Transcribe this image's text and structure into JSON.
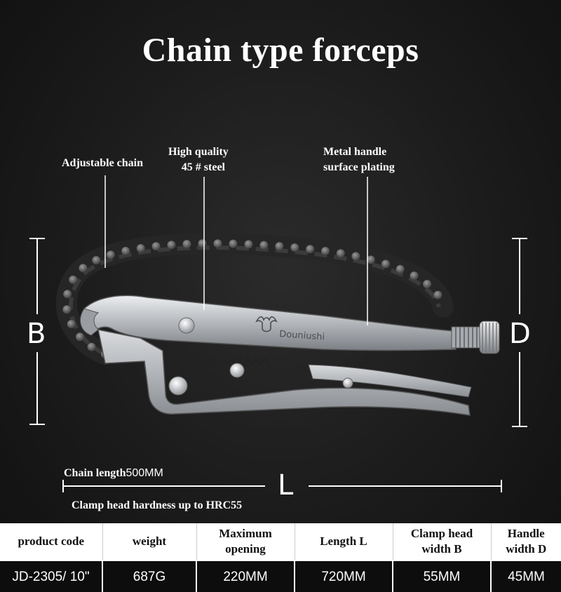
{
  "title": "Chain type forceps",
  "brand": "Douniushi",
  "callouts": {
    "chain": "Adjustable chain",
    "steel": [
      "High quality",
      "45 # steel"
    ],
    "handle": [
      "Metal handle",
      "surface plating"
    ],
    "chain_length_label": "Chain length",
    "chain_length_value": "500MM",
    "hardness": "Clamp head hardness up to HRC55"
  },
  "dimensions": {
    "b": "B",
    "d": "D",
    "l": "L"
  },
  "table": {
    "headers": [
      "product code",
      "weight",
      "Maximum opening",
      "Length L",
      "Clamp head width B",
      "Handle width D"
    ],
    "rows": [
      [
        "JD-2305/ 10\"",
        "687G",
        "220MM",
        "720MM",
        "55MM",
        "45MM"
      ]
    ]
  },
  "colors": {
    "background": "#1b1b1b",
    "text": "#ffffff",
    "header_bg": "#ffffff",
    "cell_bg": "#0d0d0d",
    "metal": "#c7c9cc"
  }
}
